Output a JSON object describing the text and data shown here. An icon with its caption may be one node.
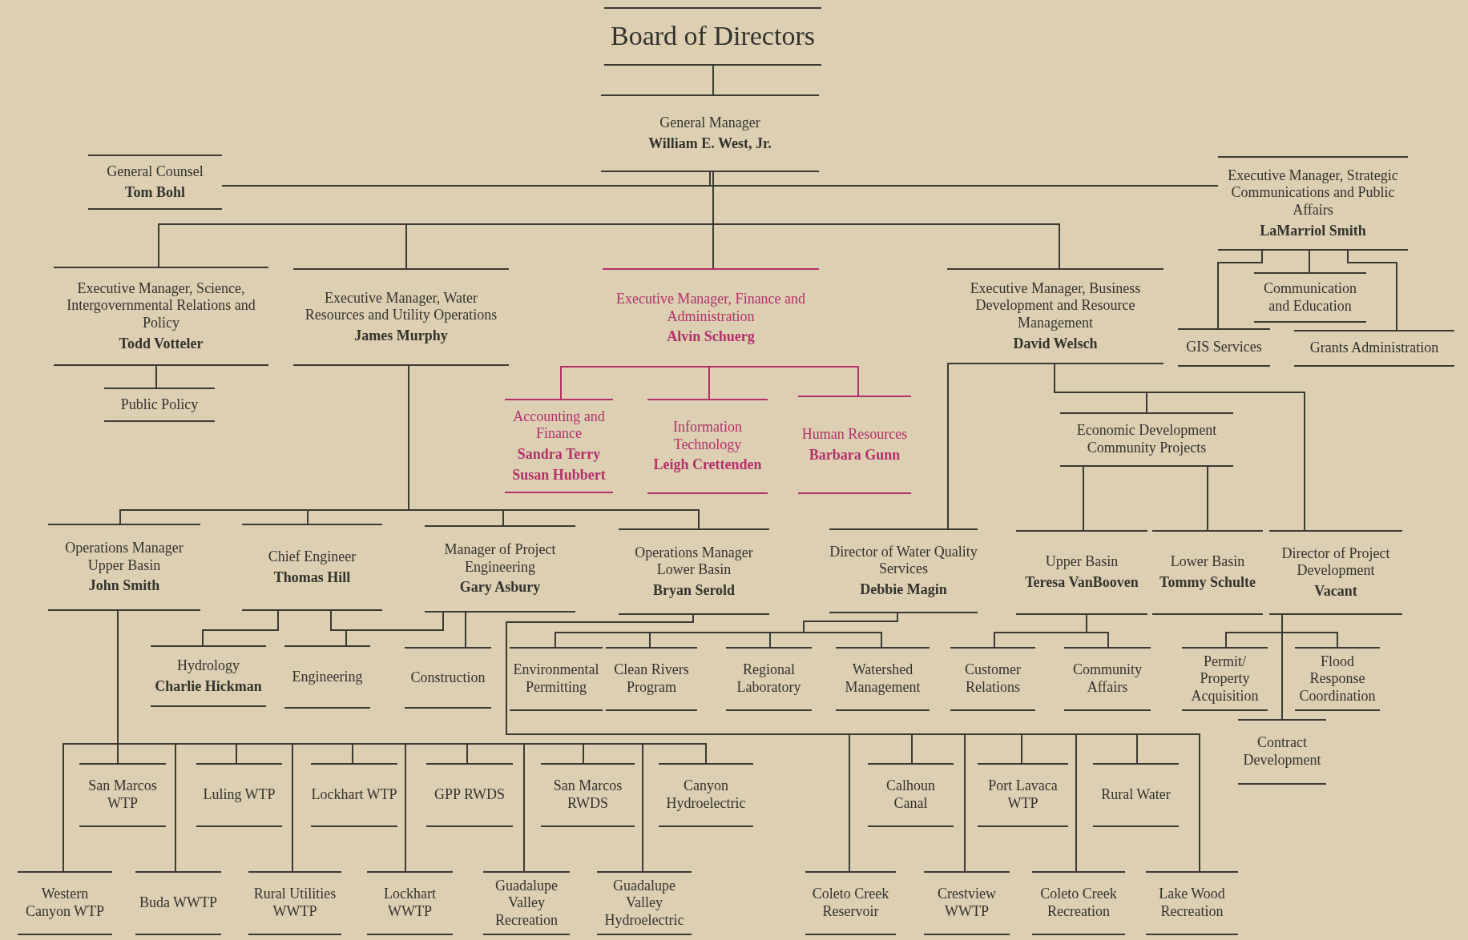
{
  "diagram": {
    "nodes": [
      {
        "text": [
          "Board of Directors"
        ]
      },
      {
        "text": [
          "General Manager",
          "William E. West, Jr."
        ]
      },
      {
        "text": [
          "General Counsel",
          "Tom Bohl"
        ]
      },
      {
        "text": [
          "Executive Manager, Strategic Communications and Public Affairs",
          "LaMarriol Smith"
        ]
      },
      {
        "text": [
          "Communication and Education"
        ]
      },
      {
        "text": [
          "GIS Services"
        ]
      },
      {
        "text": [
          "Grants Administration"
        ]
      },
      {
        "text": [
          "Executive Manager, Science, Intergovernmental Relations and Policy",
          "Todd Votteler"
        ]
      },
      {
        "text": [
          "Executive Manager, Water Resources and Utility Operations",
          "James Murphy"
        ]
      },
      {
        "text": [
          "Executive Manager, Finance and Administration",
          "Alvin Schuerg"
        ]
      },
      {
        "text": [
          "Executive Manager, Business Development and Resource Management",
          "David Welsch"
        ]
      },
      {
        "text": [
          "Public Policy"
        ]
      },
      {
        "text": [
          "Accounting and Finance",
          "Sandra Terry",
          "Susan Hubbert"
        ]
      },
      {
        "text": [
          "Information Technology",
          "Leigh Crettenden"
        ]
      },
      {
        "text": [
          "Human Resources",
          "Barbara Gunn"
        ]
      },
      {
        "text": [
          "Economic Development Community Projects"
        ]
      },
      {
        "text": [
          "Operations Manager Upper Basin",
          "John Smith"
        ]
      },
      {
        "text": [
          "Chief Engineer",
          "Thomas Hill"
        ]
      },
      {
        "text": [
          "Manager of Project Engineering",
          "Gary Asbury"
        ]
      },
      {
        "text": [
          "Operations Manager Lower Basin",
          "Bryan Serold"
        ]
      },
      {
        "text": [
          "Director of Water Quality Services",
          "Debbie Magin"
        ]
      },
      {
        "text": [
          "Upper Basin",
          "Teresa VanBooven"
        ]
      },
      {
        "text": [
          "Lower Basin",
          "Tommy Schulte"
        ]
      },
      {
        "text": [
          "Director of Project Development",
          "Vacant"
        ]
      },
      {
        "text": [
          "Hydrology",
          "Charlie Hickman"
        ]
      },
      {
        "text": [
          "Engineering"
        ]
      },
      {
        "text": [
          "Construction"
        ]
      },
      {
        "text": [
          "Environmental Permitting"
        ]
      },
      {
        "text": [
          "Clean Rivers Program"
        ]
      },
      {
        "text": [
          "Regional Laboratory"
        ]
      },
      {
        "text": [
          "Watershed Management"
        ]
      },
      {
        "text": [
          "Customer Relations"
        ]
      },
      {
        "text": [
          "Community Affairs"
        ]
      },
      {
        "text": [
          "Permit/ Property Acquisition"
        ]
      },
      {
        "text": [
          "Flood Response Coordination"
        ]
      },
      {
        "text": [
          "Contract Development"
        ]
      },
      {
        "text": [
          "San Marcos WTP"
        ]
      },
      {
        "text": [
          "Luling WTP"
        ]
      },
      {
        "text": [
          "Lockhart WTP"
        ]
      },
      {
        "text": [
          "GPP RWDS"
        ]
      },
      {
        "text": [
          "San Marcos RWDS"
        ]
      },
      {
        "text": [
          "Canyon Hydroelectric"
        ]
      },
      {
        "text": [
          "Calhoun Canal"
        ]
      },
      {
        "text": [
          "Port Lavaca WTP"
        ]
      },
      {
        "text": [
          "Rural Water"
        ]
      },
      {
        "text": [
          "Western Canyon WTP"
        ]
      },
      {
        "text": [
          "Buda WWTP"
        ]
      },
      {
        "text": [
          "Rural Utilities WWTP"
        ]
      },
      {
        "text": [
          "Lockhart WWTP"
        ]
      },
      {
        "text": [
          "Guadalupe Valley Recreation"
        ]
      },
      {
        "text": [
          "Guadalupe Valley Hydroelectric"
        ]
      },
      {
        "text": [
          "Coleto Creek Reservoir"
        ]
      },
      {
        "text": [
          "Crestview WWTP"
        ]
      },
      {
        "text": [
          "Coleto Creek Recreation"
        ]
      },
      {
        "text": [
          "Lake Wood Recreation"
        ]
      }
    ],
    "edges": [
      {
        "from": 0,
        "to": 1,
        "arrow": "none"
      },
      {
        "from": 1,
        "to": 2,
        "arrow": "none"
      },
      {
        "from": 1,
        "to": 3,
        "arrow": "none"
      },
      {
        "from": 1,
        "to": 7,
        "arrow": "none"
      },
      {
        "from": 1,
        "to": 8,
        "arrow": "none"
      },
      {
        "from": 1,
        "to": 9,
        "arrow": "none"
      },
      {
        "from": 1,
        "to": 10,
        "arrow": "none"
      },
      {
        "from": 3,
        "to": 4,
        "arrow": "none"
      },
      {
        "from": 3,
        "to": 5,
        "arrow": "none"
      },
      {
        "from": 3,
        "to": 6,
        "arrow": "none"
      },
      {
        "from": 7,
        "to": 11,
        "arrow": "none"
      },
      {
        "from": 9,
        "to": 12,
        "arrow": "none",
        "color": "#b3306b"
      },
      {
        "from": 9,
        "to": 13,
        "arrow": "none",
        "color": "#b3306b"
      },
      {
        "from": 9,
        "to": 14,
        "arrow": "none",
        "color": "#b3306b"
      },
      {
        "from": 8,
        "to": 16,
        "arrow": "none"
      },
      {
        "from": 8,
        "to": 17,
        "arrow": "none"
      },
      {
        "from": 8,
        "to": 18,
        "arrow": "none"
      },
      {
        "from": 8,
        "to": 19,
        "arrow": "none"
      },
      {
        "from": 10,
        "to": 20,
        "arrow": "none"
      },
      {
        "from": 10,
        "to": 15,
        "arrow": "none"
      },
      {
        "from": 10,
        "to": 23,
        "arrow": "none"
      },
      {
        "from": 15,
        "to": 21,
        "arrow": "none"
      },
      {
        "from": 15,
        "to": 22,
        "arrow": "none"
      },
      {
        "from": 17,
        "to": 24,
        "arrow": "none"
      },
      {
        "from": 17,
        "to": 25,
        "arrow": "none"
      },
      {
        "from": 18,
        "to": 25,
        "arrow": "none"
      },
      {
        "from": 18,
        "to": 26,
        "arrow": "none"
      },
      {
        "from": 20,
        "to": 27,
        "arrow": "none"
      },
      {
        "from": 20,
        "to": 28,
        "arrow": "none"
      },
      {
        "from": 20,
        "to": 29,
        "arrow": "none"
      },
      {
        "from": 20,
        "to": 30,
        "arrow": "none"
      },
      {
        "from": 21,
        "to": 31,
        "arrow": "none"
      },
      {
        "from": 21,
        "to": 32,
        "arrow": "none"
      },
      {
        "from": 23,
        "to": 33,
        "arrow": "none"
      },
      {
        "from": 23,
        "to": 34,
        "arrow": "none"
      },
      {
        "from": 23,
        "to": 35,
        "arrow": "none"
      },
      {
        "from": 16,
        "to": 36,
        "arrow": "none"
      },
      {
        "from": 16,
        "to": 37,
        "arrow": "none"
      },
      {
        "from": 16,
        "to": 38,
        "arrow": "none"
      },
      {
        "from": 16,
        "to": 39,
        "arrow": "none"
      },
      {
        "from": 16,
        "to": 40,
        "arrow": "none"
      },
      {
        "from": 16,
        "to": 41,
        "arrow": "none"
      },
      {
        "from": 16,
        "to": 45,
        "arrow": "none"
      },
      {
        "from": 16,
        "to": 46,
        "arrow": "none"
      },
      {
        "from": 16,
        "to": 47,
        "arrow": "none"
      },
      {
        "from": 16,
        "to": 48,
        "arrow": "none"
      },
      {
        "from": 16,
        "to": 49,
        "arrow": "none"
      },
      {
        "from": 16,
        "to": 50,
        "arrow": "none"
      },
      {
        "from": 19,
        "to": 42,
        "arrow": "none"
      },
      {
        "from": 19,
        "to": 43,
        "arrow": "none"
      },
      {
        "from": 19,
        "to": 44,
        "arrow": "none"
      },
      {
        "from": 19,
        "to": 51,
        "arrow": "none"
      },
      {
        "from": 19,
        "to": 52,
        "arrow": "none"
      },
      {
        "from": 19,
        "to": 53,
        "arrow": "none"
      },
      {
        "from": 19,
        "to": 54,
        "arrow": "none"
      }
    ]
  }
}
